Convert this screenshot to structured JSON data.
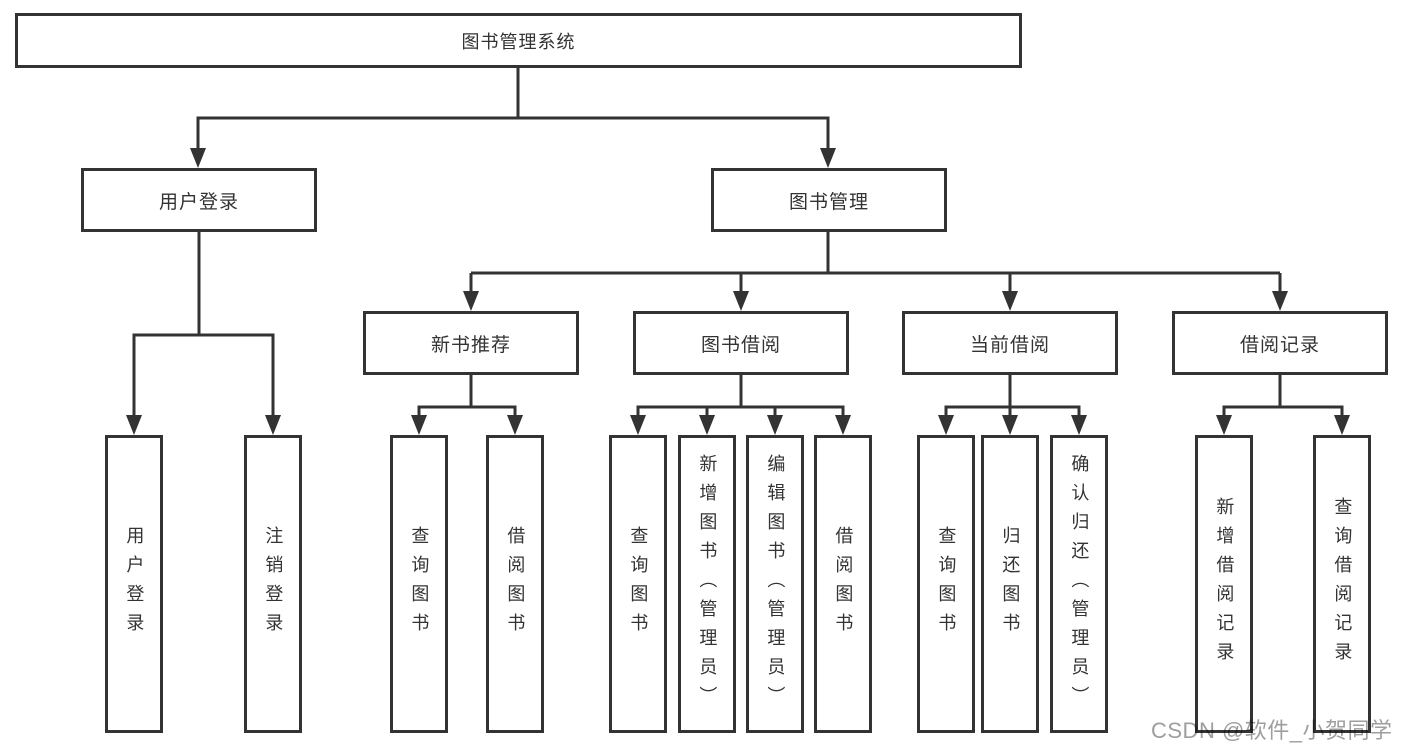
{
  "colors": {
    "line": "#333333",
    "box_border": "#333333",
    "box_fill": "#ffffff",
    "text": "#333333",
    "watermark_text": "#9e9e9e",
    "background": "#ffffff"
  },
  "diagram": {
    "root": {
      "label": "图书管理系统"
    },
    "branches": [
      {
        "label": "用户登录",
        "children": [
          {
            "label": "用户登录"
          },
          {
            "label": "注销登录"
          }
        ]
      },
      {
        "label": "图书管理",
        "children": [
          {
            "label": "新书推荐",
            "children": [
              {
                "label": "查询图书"
              },
              {
                "label": "借阅图书"
              }
            ]
          },
          {
            "label": "图书借阅",
            "children": [
              {
                "label": "查询图书"
              },
              {
                "label": "新增图书（管理员）"
              },
              {
                "label": "编辑图书（管理员）"
              },
              {
                "label": "借阅图书"
              }
            ]
          },
          {
            "label": "当前借阅",
            "children": [
              {
                "label": "查询图书"
              },
              {
                "label": "归还图书"
              },
              {
                "label": "确认归还（管理员）"
              }
            ]
          },
          {
            "label": "借阅记录",
            "children": [
              {
                "label": "新增借阅记录"
              },
              {
                "label": "查询借阅记录"
              }
            ]
          }
        ]
      }
    ]
  },
  "watermark": {
    "text": "CSDN @软件_小贺同学"
  }
}
